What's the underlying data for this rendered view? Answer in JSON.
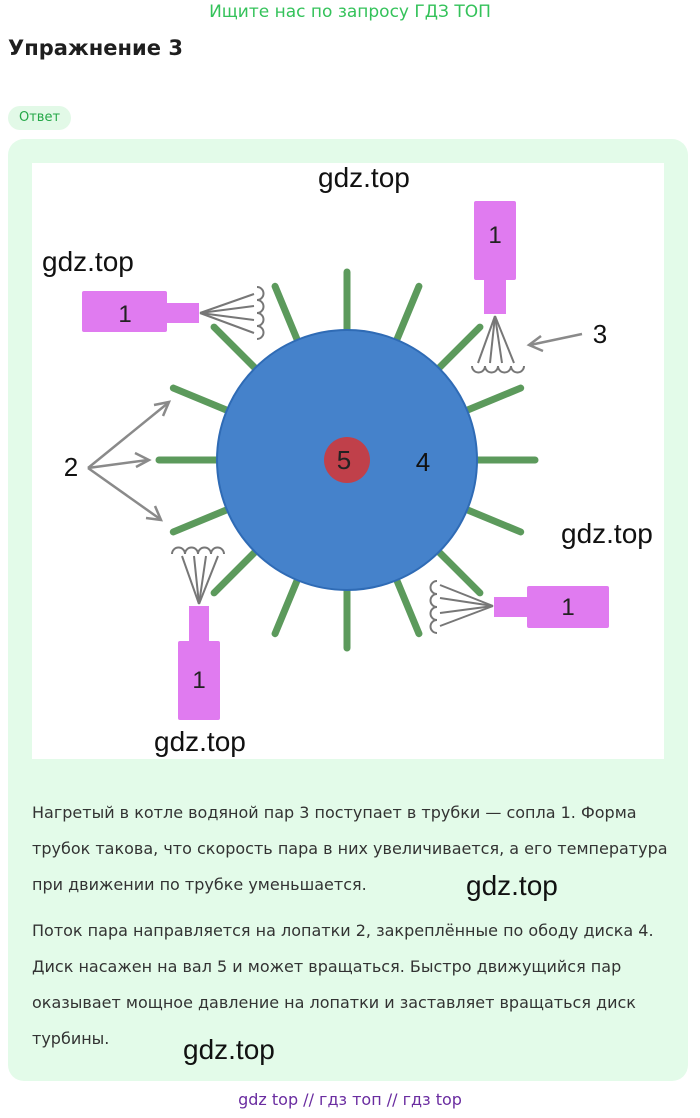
{
  "banner": "Ищите нас по запросу ГДЗ ТОП",
  "title": "Упражнение 3",
  "answer_badge": "Ответ",
  "watermark": "gdz.top",
  "diagram": {
    "nozzle_label": "1",
    "blades_label": "2",
    "steam_label": "3",
    "disk_label": "4",
    "shaft_label": "5",
    "colors": {
      "disk": "#4582cb",
      "shaft": "#c0404a",
      "blade": "#5c9a5c",
      "nozzle": "#e07bf0",
      "arrow": "#8a8a8a"
    }
  },
  "paragraphs": [
    "Нагретый в котле водяной пар 3 поступает в трубки — сопла 1. Форма трубок такова, что скорость пара в них увеличивается, а его температура при движении по трубке уменьшается.",
    "Поток пара направляется на лопатки 2, закреплённые по ободу диска 4. Диск насажен на вал 5 и может вращаться. Быстро движущийся пар оказывает мощное давление на лопатки и заставляет вращаться диск турбины."
  ],
  "footer": "gdz top  //  гдз топ  //  гдз top"
}
